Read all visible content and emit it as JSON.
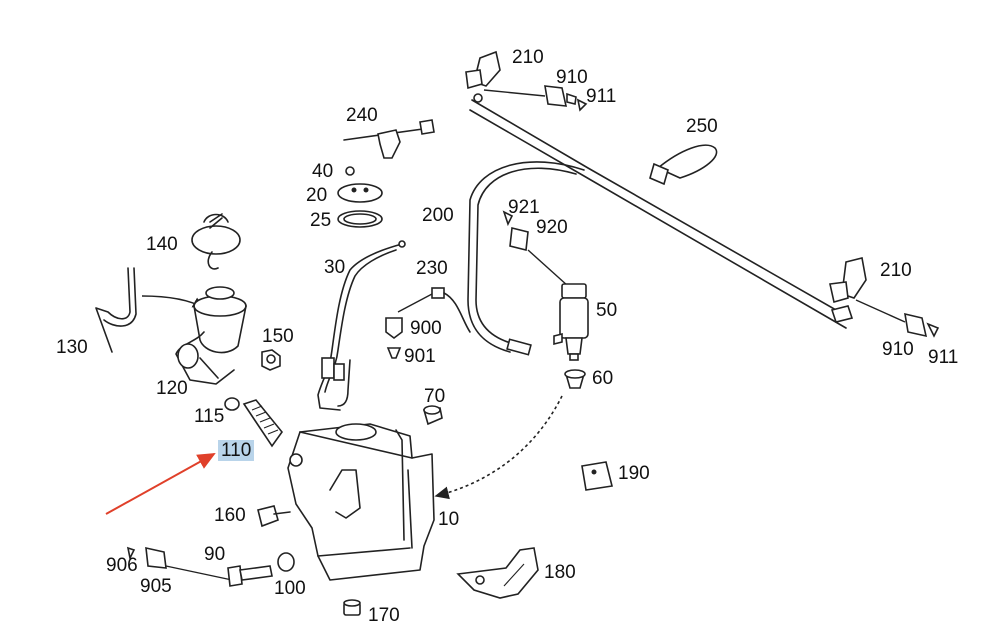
{
  "labels": {
    "p210a": "210",
    "p910a": "910",
    "p911a": "911",
    "p250": "250",
    "p240": "240",
    "p40": "40",
    "p20": "20",
    "p25": "25",
    "p200": "200",
    "p921": "921",
    "p920": "920",
    "p140": "140",
    "p30": "30",
    "p230": "230",
    "p210b": "210",
    "p130": "130",
    "p150": "150",
    "p900": "900",
    "p50": "50",
    "p910b": "910",
    "p911b": "911",
    "p901": "901",
    "p120": "120",
    "p60": "60",
    "p70": "70",
    "p115": "115",
    "p110": "110",
    "p190": "190",
    "p160": "160",
    "p10": "10",
    "p906": "906",
    "p90": "90",
    "p180": "180",
    "p905": "905",
    "p100": "100",
    "p170": "170"
  },
  "highlight": {
    "label": "p110",
    "color": "#b9d4ea"
  },
  "annotation_arrow_color": "#e0402a"
}
